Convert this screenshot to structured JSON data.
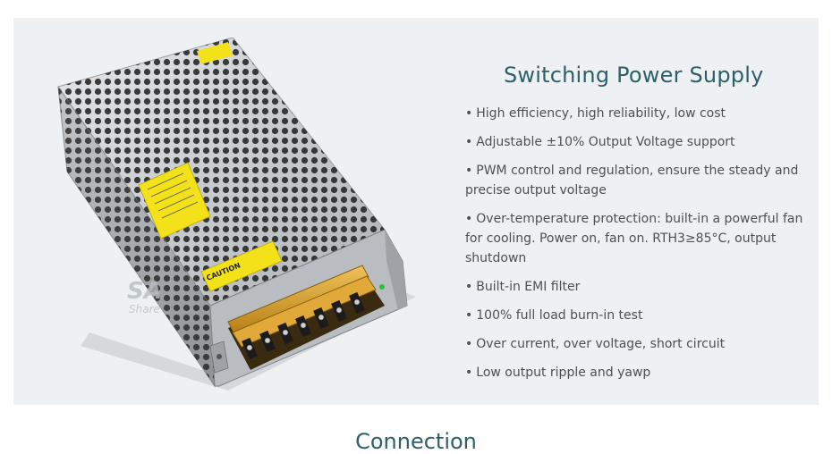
{
  "header": {
    "title": "Switching Power Supply"
  },
  "features": [
    "High efficiency, high reliability, low cost",
    "Adjustable ±10% Output Voltage support",
    "PWM control and regulation, ensure the steady and precise output voltage",
    "Over-temperature protection: built-in a powerful fan for cooling. Power on, fan on. RTH3≥85°C, output shutdown",
    "Built-in EMI filter",
    "100% full load burn-in test",
    "Over current, over voltage, short circuit",
    "Low output ripple and yawp"
  ],
  "bullet": "•",
  "product": {
    "caution_label": "CAUTION",
    "watermark": "SA",
    "watermark_sub": "Share"
  },
  "next_section": {
    "title": "Connection"
  },
  "colors": {
    "panel_bg": "#edf1f3",
    "title_color": "#2e5f68",
    "metal": "#c9ccd0",
    "label_yellow": "#f3e21a",
    "terminal_orange": "#d8a12a"
  }
}
